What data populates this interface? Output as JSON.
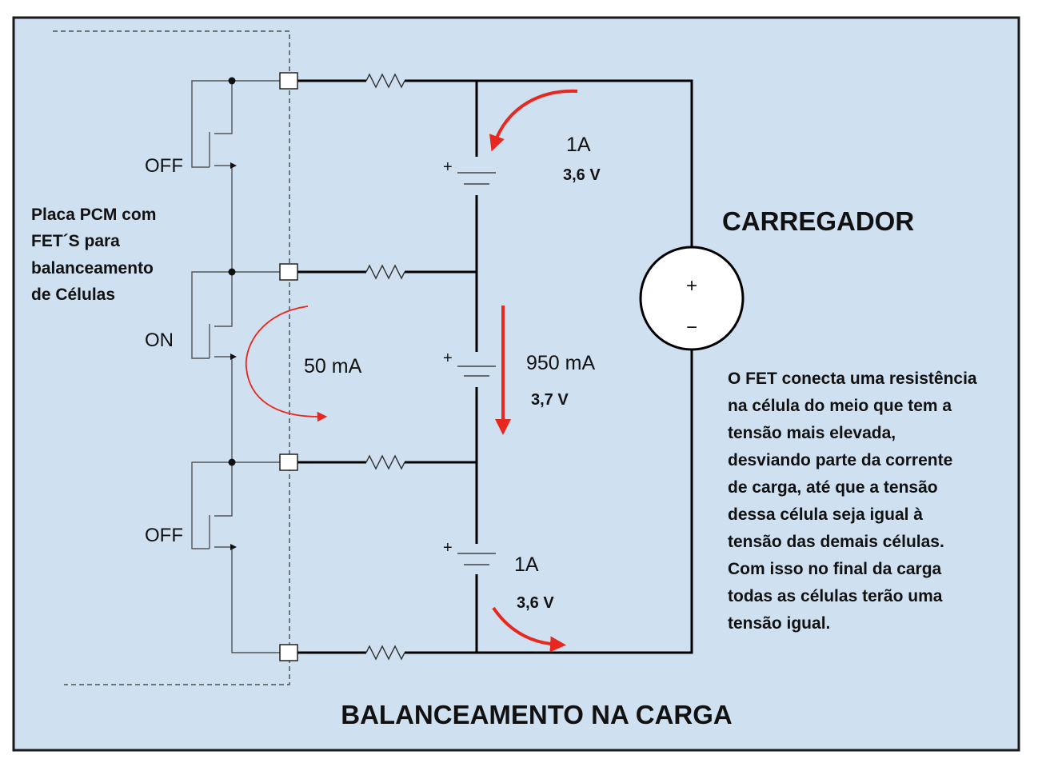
{
  "title": "BALANCEAMENTO NA CARGA",
  "charger": {
    "label": "CARREGADOR",
    "plus": "+",
    "minus": "−"
  },
  "pcm_board": {
    "label_lines": [
      "Placa PCM com",
      "FET´S para",
      "balanceamento",
      "de Células"
    ]
  },
  "fets": [
    {
      "state": "OFF"
    },
    {
      "state": "ON"
    },
    {
      "state": "OFF"
    }
  ],
  "cells": [
    {
      "plus": "+",
      "current": "1A",
      "voltage": "3,6 V"
    },
    {
      "plus": "+",
      "current": "950 mA",
      "voltage": "3,7 V"
    },
    {
      "plus": "+",
      "current": "1A",
      "voltage": "3,6 V"
    }
  ],
  "bypass_current": "50 mA",
  "explanation_lines": [
    "O FET conecta uma resistência",
    "na célula do meio que tem a",
    "tensão mais elevada,",
    "desviando parte da corrente",
    "de carga, até que a tensão",
    "dessa célula seja igual à",
    "tensão das demais células.",
    "Com isso no final da carga",
    "todas as células terão uma",
    "tensão igual."
  ],
  "colors": {
    "background": "#cfe0f1",
    "border": "#1a1a1a",
    "wire": "#000000",
    "thin_wire": "#555555",
    "arrow": "#e8281e"
  }
}
